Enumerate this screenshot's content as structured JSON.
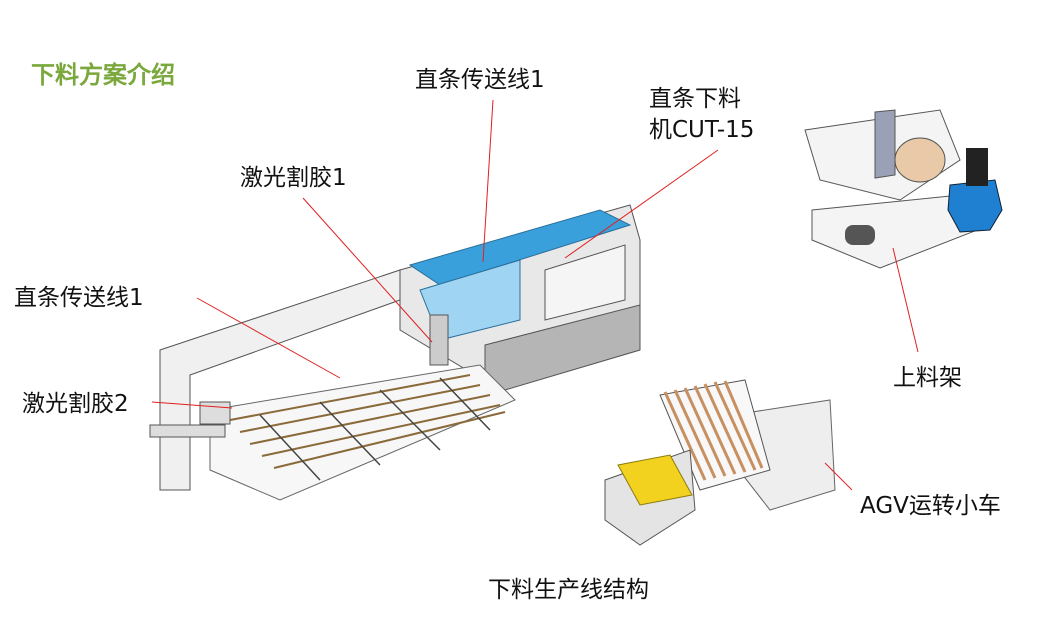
{
  "title": "下料方案介绍",
  "labels": {
    "conveyor_top": "直条传送线1",
    "cutter_line1": "直条下料",
    "cutter_line2": "机CUT-15",
    "laser1": "激光割胶1",
    "conveyor_left": "直条传送线1",
    "laser2": "激光割胶2",
    "loading_rack": "上料架",
    "agv": "AGV运转小车"
  },
  "caption": "下料生产线结构",
  "colors": {
    "title": "#7aa83c",
    "leader": "#e02020",
    "accent_blue": "#3aa0dc",
    "agv_yellow": "#f2d21e"
  }
}
